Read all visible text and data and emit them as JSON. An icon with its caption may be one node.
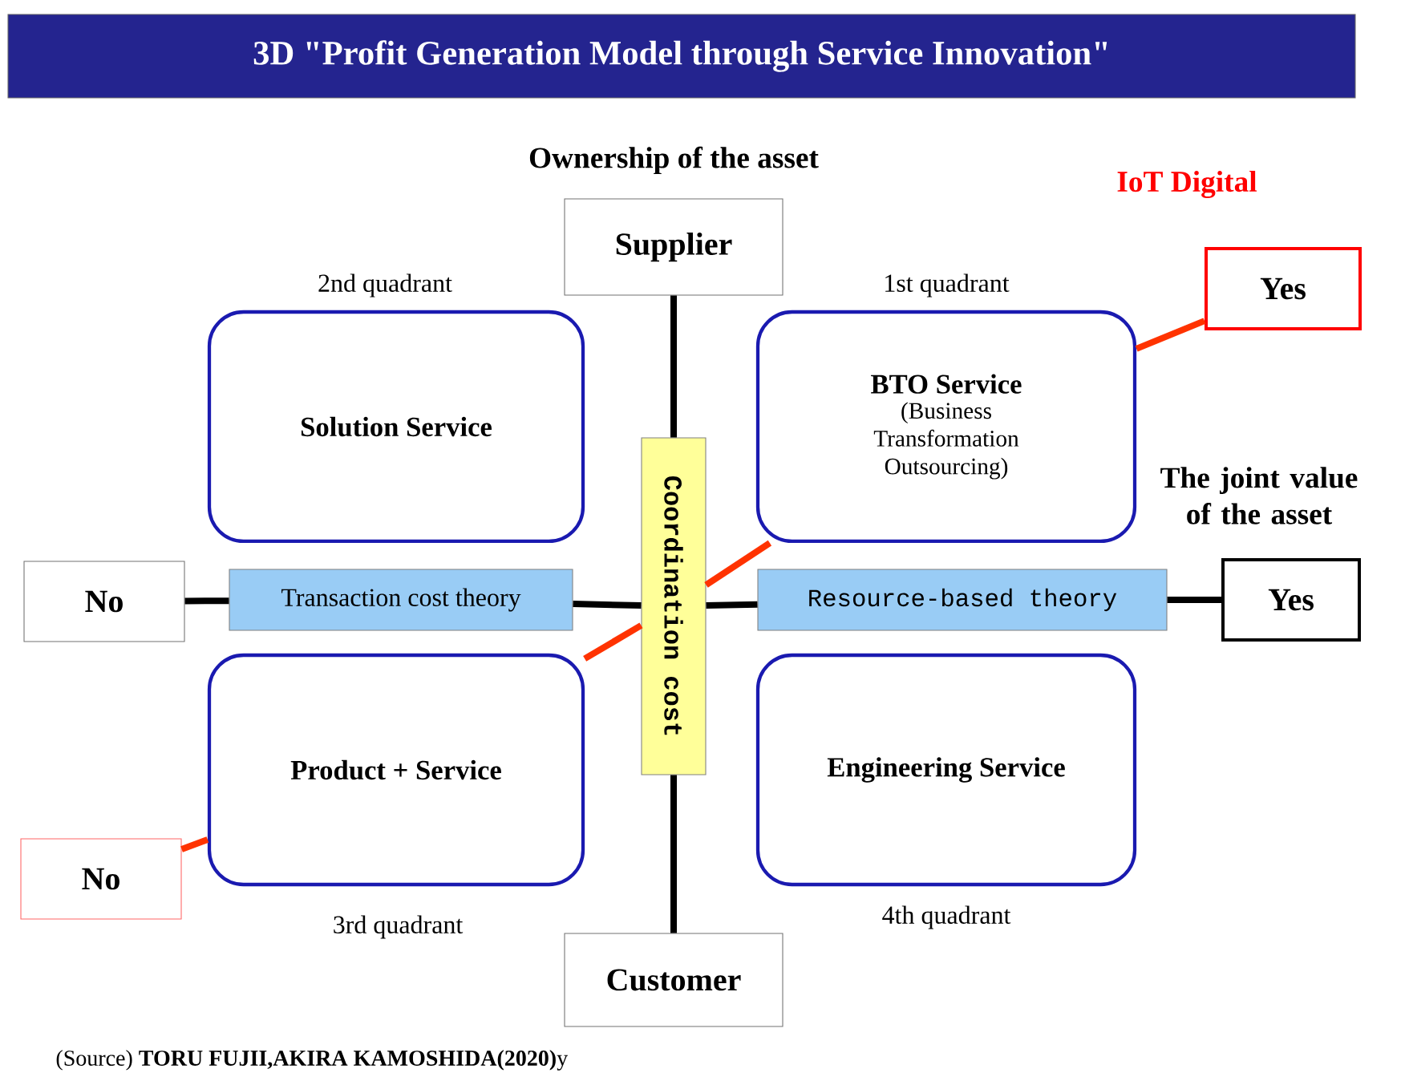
{
  "diagram": {
    "title": "3D \"Profit Generation Model through Service Innovation\"",
    "nodes": [
      {
        "text": [
          "Supplier"
        ],
        "beside": [
          "Ownership of the asset"
        ]
      },
      {
        "text": [
          "Customer"
        ]
      },
      {
        "text": [
          "No"
        ]
      },
      {
        "text": [
          "Yes"
        ],
        "beside": [
          "The joint value of the asset"
        ]
      },
      {
        "text": [
          "Transaction cost theory"
        ]
      },
      {
        "text": [
          "Resource-based theory"
        ]
      },
      {
        "text": [
          "Coordination cost"
        ]
      },
      {
        "text": [
          "Solution Service"
        ],
        "beside": [
          "2nd quadrant"
        ]
      },
      {
        "text": [
          "BTO Service",
          "(Business Transformation Outsourcing)"
        ],
        "beside": [
          "1st quadrant"
        ]
      },
      {
        "text": [
          "Product + Service"
        ],
        "beside": [
          "3rd quadrant"
        ]
      },
      {
        "text": [
          "Engineering Service"
        ],
        "beside": [
          "4th quadrant"
        ]
      },
      {
        "text": [
          "Yes"
        ],
        "beside": [
          "IoT Digital"
        ]
      },
      {
        "text": [
          "No"
        ]
      }
    ],
    "edges": [
      {
        "from": 0,
        "to": 6,
        "arrow": "none"
      },
      {
        "from": 6,
        "to": 1,
        "arrow": "none"
      },
      {
        "from": 2,
        "to": 4,
        "arrow": "none"
      },
      {
        "from": 4,
        "to": 6,
        "arrow": "none"
      },
      {
        "from": 6,
        "to": 5,
        "arrow": "none"
      },
      {
        "from": 5,
        "to": 3,
        "arrow": "none"
      },
      {
        "from": 11,
        "to": 8,
        "arrow": "none",
        "color": "#ff3300"
      },
      {
        "from": 8,
        "to": 6,
        "arrow": "none",
        "color": "#ff3300"
      },
      {
        "from": 6,
        "to": 9,
        "arrow": "none",
        "color": "#ff3300"
      },
      {
        "from": 9,
        "to": 12,
        "arrow": "none",
        "color": "#ff3300"
      }
    ],
    "labels": [
      "(Source) **TORU FUJII,AKIRA KAMOSHIDA(2020)**y"
    ]
  }
}
